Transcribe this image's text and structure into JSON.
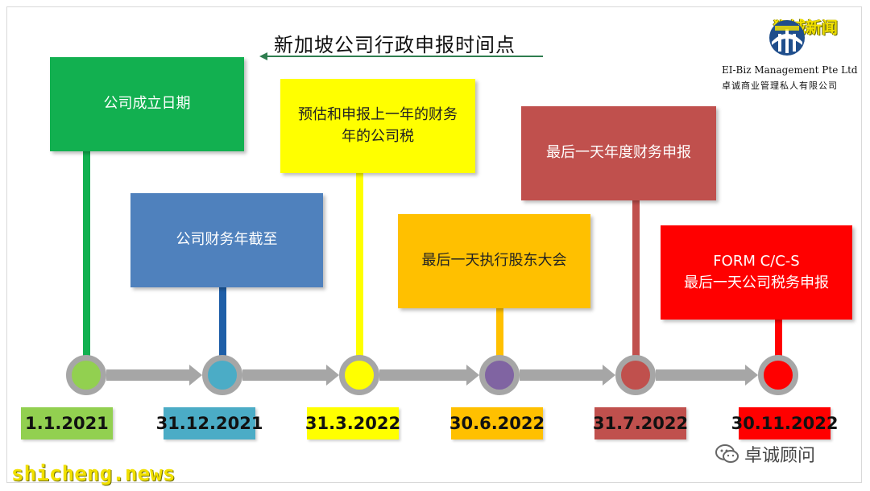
{
  "title": "新加坡公司行政申报时间点",
  "watermark_top": "狮城新闻",
  "watermark_bottom": "shicheng.news",
  "company": {
    "name_en": "EI-Biz Management Pte Ltd",
    "name_cn": "卓诚商业管理私人有限公司"
  },
  "wechat": {
    "name": "卓诚顾问"
  },
  "colors": {
    "connector": "#a6a6a6",
    "title_line": "#2e7d4f"
  },
  "milestones": [
    {
      "date": "1.1.2021",
      "label_lines": [
        "公司成立日期"
      ],
      "box_color": "#12b050",
      "box_text_color": "#ffffff",
      "stem_color": "#12b050",
      "circle_color": "#92d050",
      "date_bg": "#92d050",
      "date_text_color": "#111111"
    },
    {
      "date": "31.12.2021",
      "label_lines": [
        "公司财务年截至"
      ],
      "box_color": "#4f81bd",
      "box_text_color": "#ffffff",
      "stem_color": "#1f5fa8",
      "circle_color": "#4bacc6",
      "date_bg": "#4bacc6",
      "date_text_color": "#111111"
    },
    {
      "date": "31.3.2022",
      "label_lines": [
        "预估和申报上一年的财务",
        "年的公司税"
      ],
      "box_color": "#ffff00",
      "box_text_color": "#222222",
      "stem_color": "#ffff00",
      "circle_color": "#ffff00",
      "date_bg": "#ffff00",
      "date_text_color": "#111111"
    },
    {
      "date": "30.6.2022",
      "label_lines": [
        "最后一天执行股东大会"
      ],
      "box_color": "#ffc000",
      "box_text_color": "#222222",
      "stem_color": "#ffc000",
      "circle_color": "#8064a2",
      "date_bg": "#ffc000",
      "date_text_color": "#111111"
    },
    {
      "date": "31.7.2022",
      "label_lines": [
        "最后一天年度财务申报"
      ],
      "box_color": "#c0504d",
      "box_text_color": "#ffffff",
      "stem_color": "#c0504d",
      "circle_color": "#c0504d",
      "date_bg": "#c0504d",
      "date_text_color": "#111111"
    },
    {
      "date": "30.11.2022",
      "label_lines": [
        "FORM C/C-S",
        "最后一天公司税务申报"
      ],
      "box_color": "#ff0000",
      "box_text_color": "#ffffff",
      "stem_color": "#ff0000",
      "circle_color": "#ff0000",
      "date_bg": "#ff0000",
      "date_text_color": "#111111"
    }
  ]
}
